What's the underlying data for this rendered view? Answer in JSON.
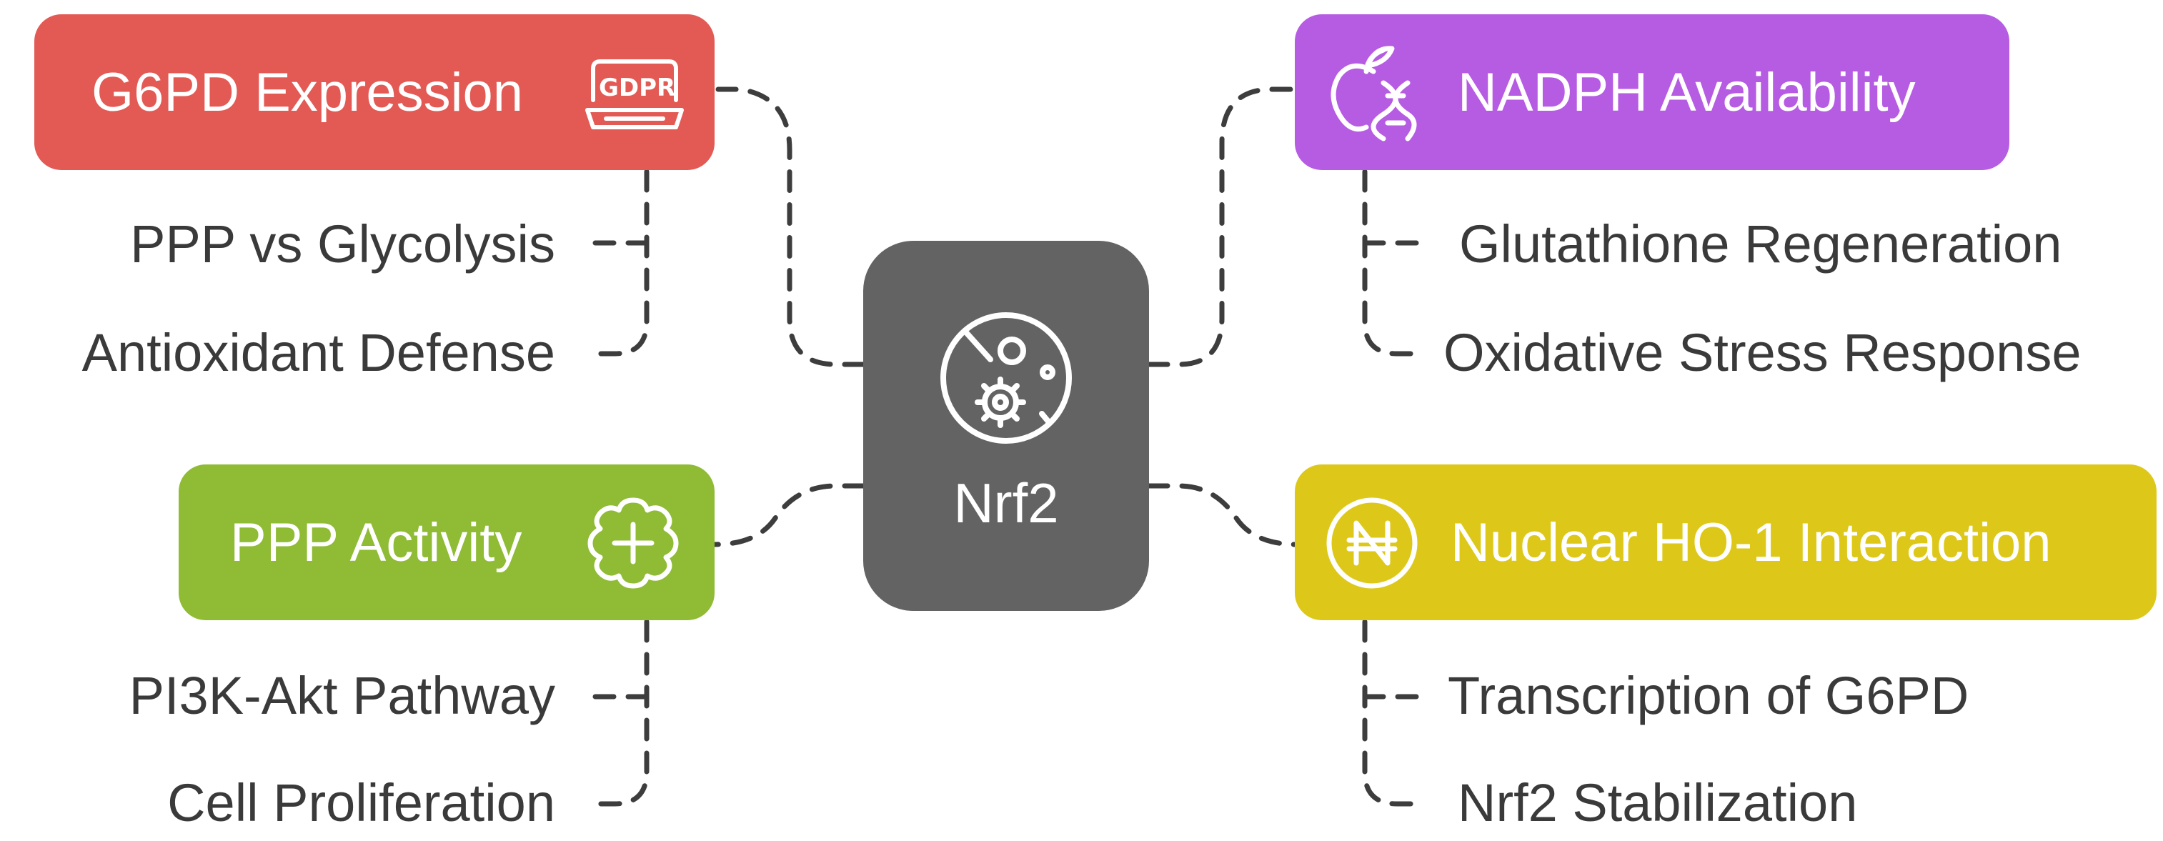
{
  "center": {
    "label": "Nrf2",
    "icon": "cell-virus-icon",
    "color": "#636363"
  },
  "branches": {
    "g6pd": {
      "label": "G6PD Expression",
      "icon": "gdpr-icon",
      "color": "#E35A55",
      "items": [
        "PPP vs Glycolysis",
        "Antioxidant Defense"
      ]
    },
    "nadph": {
      "label": "NADPH Availability",
      "icon": "apple-dna-icon",
      "color": "#B65CE3",
      "items": [
        "Glutathione Regeneration",
        "Oxidative Stress Response"
      ]
    },
    "ppp": {
      "label": "PPP Activity",
      "icon": "plus-badge-icon",
      "color": "#8FBB35",
      "items": [
        "PI3K-Akt Pathway",
        "Cell Proliferation"
      ]
    },
    "ho1": {
      "label": "Nuclear HO-1 Interaction",
      "icon": "naira-coin-icon",
      "color": "#DDC81A",
      "items": [
        "Transcription of G6PD",
        "Nrf2 Stabilization"
      ]
    }
  },
  "connector_color": "#3d3d3d"
}
